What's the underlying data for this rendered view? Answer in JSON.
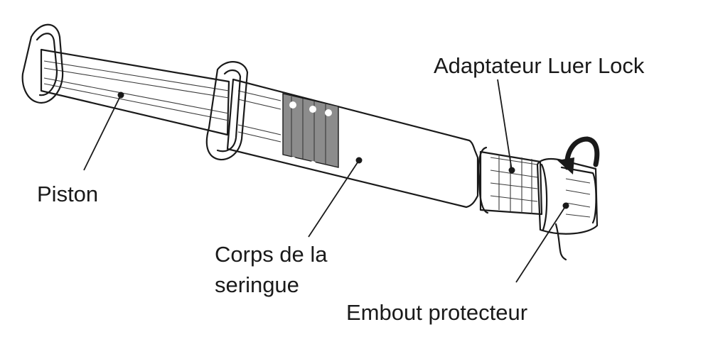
{
  "labels": {
    "piston": "Piston",
    "barrel_line1": "Corps de la",
    "barrel_line2": "seringue",
    "luer": "Adaptateur Luer Lock",
    "cap": "Embout protecteur"
  },
  "colors": {
    "ink": "#1a1a1a",
    "grip_band": "#8c8c8c",
    "background": "#ffffff"
  }
}
